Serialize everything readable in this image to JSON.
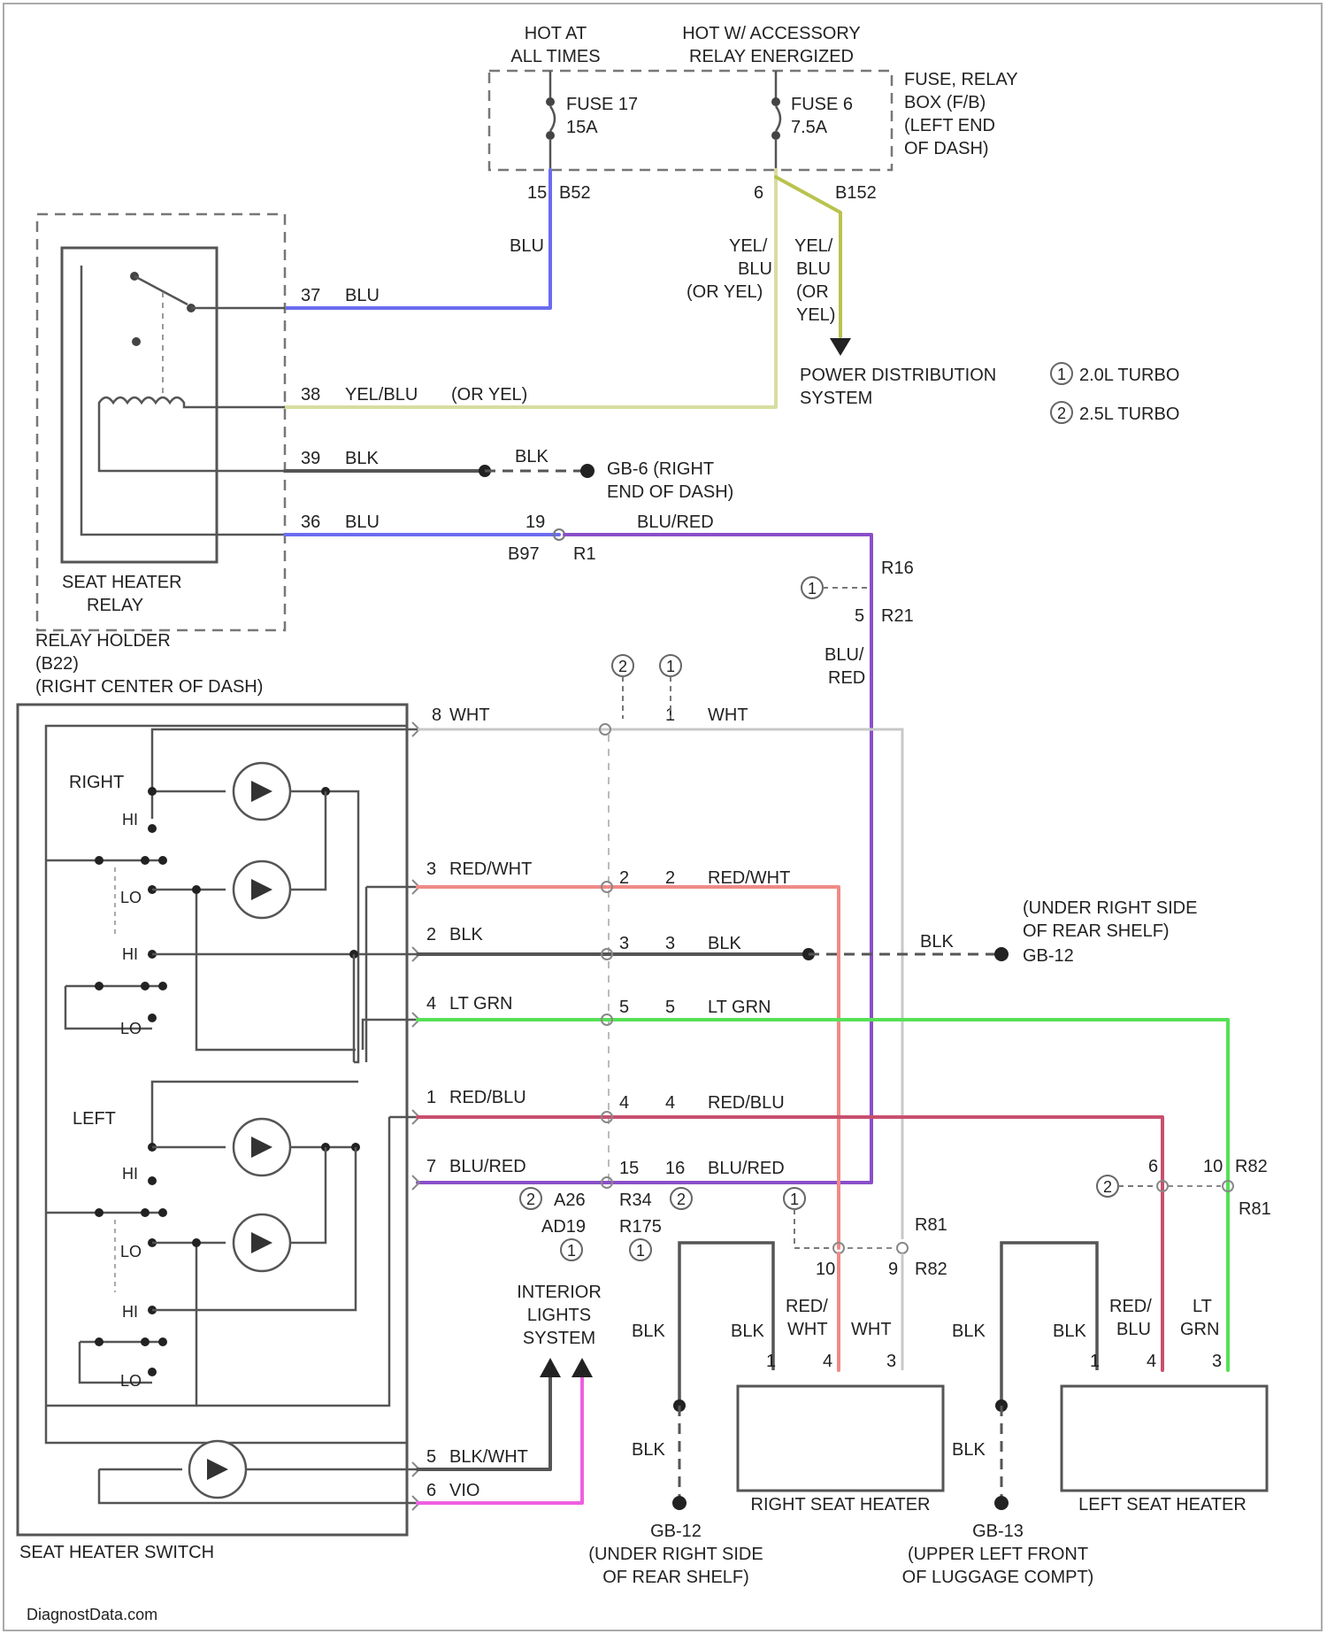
{
  "colors": {
    "blu": "#6b6cf0",
    "yel": "#d7dda0",
    "yel_grn": "#b8c34e",
    "blk": "#555555",
    "blu_red": "#8a4fc9",
    "red_wht": "#ef8a86",
    "lt_grn": "#56e056",
    "red_blu": "#c8506e",
    "wht": "#c8c8c8",
    "vio": "#ee5fe0"
  },
  "power": {
    "hot_at_all_times": [
      "HOT AT",
      "ALL TIMES"
    ],
    "hot_w_accessory": [
      "HOT W/ ACCESSORY",
      "RELAY ENERGIZED"
    ],
    "fuse17": [
      "FUSE 17",
      "15A"
    ],
    "fuse6": [
      "FUSE 6",
      "7.5A"
    ],
    "fuse_box": [
      "FUSE, RELAY",
      "BOX (F/B)",
      "(LEFT END",
      "OF DASH)"
    ],
    "pin_15": "15",
    "conn_b52": "B52",
    "pin_6": "6",
    "conn_b152": "B152",
    "power_distribution": [
      "POWER DISTRIBUTION",
      "SYSTEM"
    ],
    "legend_1": "2.0L TURBO",
    "legend_2": "2.5L TURBO"
  },
  "wires": {
    "blu": "BLU",
    "yel_blu_or_yel": [
      "YEL/",
      "BLU",
      "(OR YEL)"
    ],
    "yel_blu_or_yel_2": [
      "YEL/",
      "BLU",
      "(OR",
      "YEL)"
    ],
    "relay_37": [
      "37",
      "BLU"
    ],
    "relay_38": [
      "38",
      "YEL/BLU",
      "(OR YEL)"
    ],
    "relay_39": [
      "39",
      "BLK"
    ],
    "blk": "BLK",
    "gb6": [
      "GB-6 (RIGHT",
      "END OF DASH)"
    ],
    "relay_36": [
      "36",
      "BLU"
    ],
    "pin_19": "19",
    "conn_b97": "B97",
    "conn_r1": "R1",
    "blu_red": "BLU/RED",
    "r16": "R16",
    "r21": "R21",
    "pin_5": "5",
    "blu_red_v": [
      "BLU/",
      "RED"
    ]
  },
  "relay": {
    "name": [
      "SEAT HEATER",
      "RELAY"
    ],
    "holder": [
      "RELAY HOLDER",
      "(B22)",
      "(RIGHT CENTER OF DASH)"
    ]
  },
  "switch": {
    "name": "SEAT HEATER SWITCH",
    "right": "RIGHT",
    "left": "LEFT",
    "hi": "HI",
    "lo": "LO"
  },
  "harness": {
    "p8_wht": [
      "8",
      "WHT"
    ],
    "p1_wht": [
      "1",
      "WHT"
    ],
    "p3_red_wht": [
      "3",
      "RED/WHT"
    ],
    "p2_red_wht": [
      "2",
      "2",
      "RED/WHT"
    ],
    "p2_blk": [
      "2",
      "BLK"
    ],
    "p3_blk": [
      "3",
      "3",
      "BLK"
    ],
    "p4_lt_grn": [
      "4",
      "LT GRN"
    ],
    "p5_lt_grn": [
      "5",
      "5",
      "LT GRN"
    ],
    "p1_red_blu": [
      "1",
      "RED/BLU"
    ],
    "p4_red_blu": [
      "4",
      "4",
      "RED/BLU"
    ],
    "p7_blu_red": [
      "7",
      "BLU/RED"
    ],
    "p15_blu_red": [
      "15",
      "16",
      "BLU/RED"
    ],
    "blk_rear": "BLK",
    "gb12_top": [
      "(UNDER RIGHT SIDE",
      "OF REAR SHELF)",
      "GB-12"
    ],
    "a26": "A26",
    "ad19": "AD19",
    "r34": "R34",
    "r175": "R175"
  },
  "lights": {
    "interior": [
      "INTERIOR",
      "LIGHTS",
      "SYSTEM"
    ],
    "p5_blk_wht": [
      "5",
      "BLK/WHT"
    ],
    "p6_vio": [
      "6",
      "VIO"
    ]
  },
  "right_heater": {
    "r81": "R81",
    "r82": "R82",
    "p10": "10",
    "p9": "9",
    "blk": "BLK",
    "red_wht": [
      "RED/",
      "WHT"
    ],
    "wht": "WHT",
    "pins": [
      "1",
      "4",
      "3"
    ],
    "name": "RIGHT SEAT HEATER",
    "gb12": [
      "GB-12",
      "(UNDER RIGHT SIDE",
      "OF REAR SHELF)"
    ]
  },
  "left_heater": {
    "r82": "R82",
    "r81": "R81",
    "p6": "6",
    "p10": "10",
    "blk": "BLK",
    "red_blu": [
      "RED/",
      "BLU"
    ],
    "lt_grn": [
      "LT",
      "GRN"
    ],
    "pins": [
      "1",
      "4",
      "3"
    ],
    "name": "LEFT SEAT HEATER",
    "gb13": [
      "GB-13",
      "(UPPER LEFT FRONT",
      "OF LUGGAGE COMPT)"
    ]
  },
  "footer": "DiagnostData.com"
}
